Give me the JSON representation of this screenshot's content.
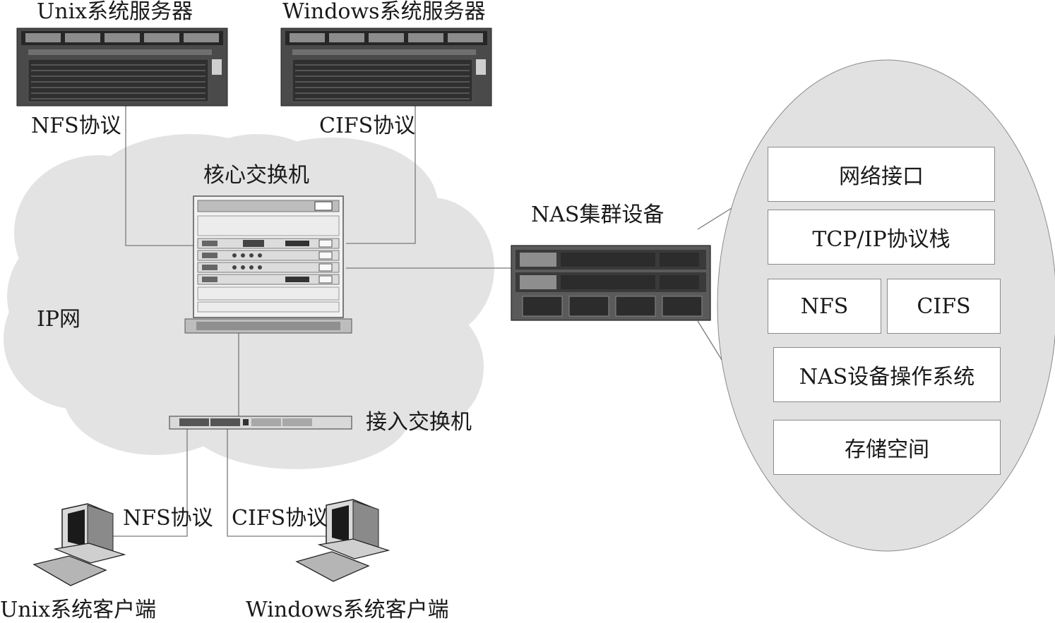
{
  "network": {
    "cloud_label": "IP网",
    "core_switch_label": "核心交换机",
    "access_switch_label": "接入交换机",
    "nas_cluster_label": "NAS集群设备"
  },
  "servers": {
    "unix_label": "Unix系统服务器",
    "windows_label": "Windows系统服务器"
  },
  "clients": {
    "unix_label": "Unix系统客户端",
    "windows_label": "Windows系统客户端"
  },
  "protocols": {
    "unix_server_link": "NFS协议",
    "windows_server_link": "CIFS协议",
    "unix_client_link": "NFS协议",
    "windows_client_link": "CIFS协议"
  },
  "nas_stack": {
    "network_interface": "网络接口",
    "tcpip_stack": "TCP/IP协议栈",
    "nfs": "NFS",
    "cifs": "CIFS",
    "nas_os": "NAS设备操作系统",
    "storage": "存储空间"
  },
  "colors": {
    "cloud": "#e3e3e3",
    "ellipse": "#e1e1e1",
    "line": "#7a7a7a",
    "device_dark": "#3a3a3a"
  }
}
